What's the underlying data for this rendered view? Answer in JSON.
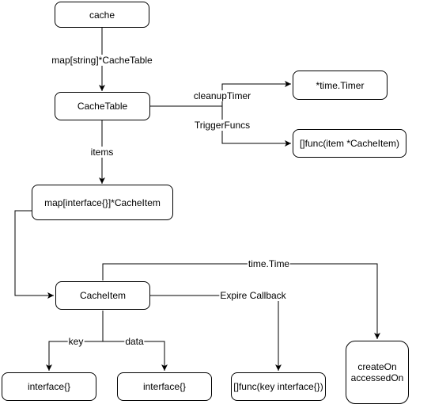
{
  "nodes": {
    "cache": "cache",
    "cache_table": "CacheTable",
    "timer": "*time.Timer",
    "trigger_funcs_type": "[]func(item *CacheItem)",
    "items_map": "map[interface{}]*CacheItem",
    "cache_item": "CacheItem",
    "key_type": "interface{}",
    "data_type": "interface{}",
    "expire_callback_type": "[]func(key interface{})",
    "time_fields": "createOn\naccessedOn"
  },
  "edges": {
    "cache_to_table": "map[string]*CacheTable",
    "cleanup_timer": "cleanupTimer",
    "trigger_funcs": "TriggerFuncs",
    "items": "items",
    "time_time": "time.Time",
    "expire_callback": "Expire Callback",
    "key": "key",
    "data": "data"
  }
}
